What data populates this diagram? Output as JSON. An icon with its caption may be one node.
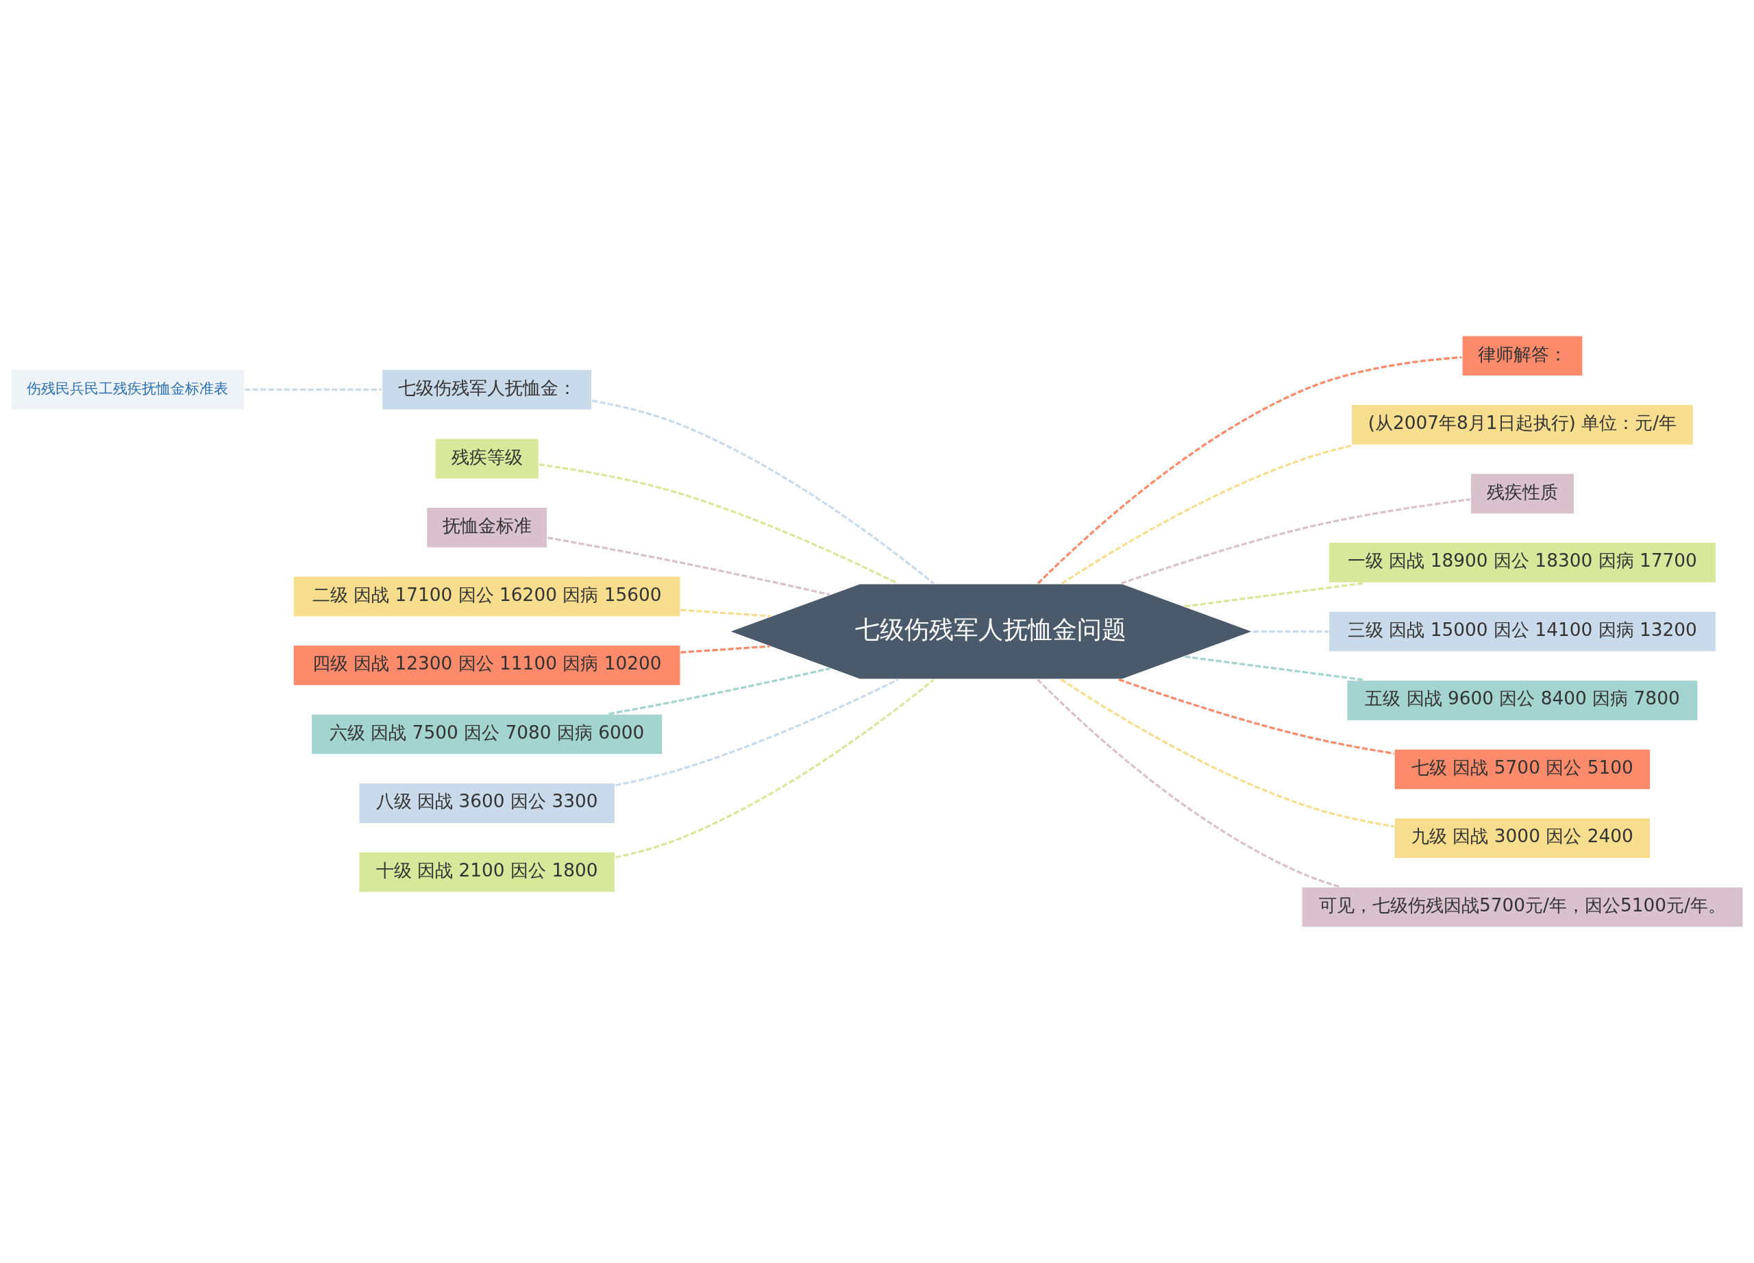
{
  "diagram": {
    "nodes": [
      {
        "text": [
          "七级伤残军人抚恤金问题"
        ]
      },
      {
        "text": [
          "七级伤残军人抚恤金："
        ]
      },
      {
        "text": [
          "伤残民兵民工残疾抚恤金标准表"
        ]
      },
      {
        "text": [
          "残疾等级"
        ]
      },
      {
        "text": [
          "抚恤金标准"
        ]
      },
      {
        "text": [
          "二级 因战 17100 因公 16200 因病 15600"
        ]
      },
      {
        "text": [
          "四级 因战 12300 因公 11100 因病 10200"
        ]
      },
      {
        "text": [
          "六级 因战 7500 因公 7080 因病 6000"
        ]
      },
      {
        "text": [
          "八级 因战 3600 因公 3300"
        ]
      },
      {
        "text": [
          "十级 因战 2100 因公 1800"
        ]
      },
      {
        "text": [
          "律师解答："
        ]
      },
      {
        "text": [
          "(从2007年8月1日起执行) 单位：元/年"
        ]
      },
      {
        "text": [
          "残疾性质"
        ]
      },
      {
        "text": [
          "一级 因战 18900 因公 18300 因病 17700"
        ]
      },
      {
        "text": [
          "三级 因战 15000 因公 14100 因病 13200"
        ]
      },
      {
        "text": [
          "五级 因战 9600 因公 8400 因病 7800"
        ]
      },
      {
        "text": [
          "七级 因战 5700 因公 5100"
        ]
      },
      {
        "text": [
          "九级 因战 3000 因公 2400"
        ]
      },
      {
        "text": [
          "可见，七级伤残因战5700元/年，因公5100元/年。"
        ]
      }
    ],
    "edges": [
      {
        "from": 0,
        "to": 1,
        "arrow": "none",
        "style": "dashed",
        "color": "#c9dbea"
      },
      {
        "from": 1,
        "to": 2,
        "arrow": "none",
        "style": "dashed",
        "color": "#c9dbea"
      },
      {
        "from": 0,
        "to": 3,
        "arrow": "none",
        "style": "dashed",
        "color": "#d8e89a"
      },
      {
        "from": 0,
        "to": 4,
        "arrow": "none",
        "style": "dashed",
        "color": "#d9c2cc"
      },
      {
        "from": 0,
        "to": 5,
        "arrow": "none",
        "style": "dashed",
        "color": "#f7de8f"
      },
      {
        "from": 0,
        "to": 6,
        "arrow": "none",
        "style": "dashed",
        "color": "#fd8b6b"
      },
      {
        "from": 0,
        "to": 7,
        "arrow": "none",
        "style": "dashed",
        "color": "#a3d4cf"
      },
      {
        "from": 0,
        "to": 8,
        "arrow": "none",
        "style": "dashed",
        "color": "#c9dbea"
      },
      {
        "from": 0,
        "to": 9,
        "arrow": "none",
        "style": "dashed",
        "color": "#d8e89a"
      },
      {
        "from": 0,
        "to": 10,
        "arrow": "none",
        "style": "dashed",
        "color": "#fd8b6b"
      },
      {
        "from": 0,
        "to": 11,
        "arrow": "none",
        "style": "dashed",
        "color": "#f7de8f"
      },
      {
        "from": 0,
        "to": 12,
        "arrow": "none",
        "style": "dashed",
        "color": "#d9c2cc"
      },
      {
        "from": 0,
        "to": 13,
        "arrow": "none",
        "style": "dashed",
        "color": "#d8e89a"
      },
      {
        "from": 0,
        "to": 14,
        "arrow": "none",
        "style": "dashed",
        "color": "#c9dbea"
      },
      {
        "from": 0,
        "to": 15,
        "arrow": "none",
        "style": "dashed",
        "color": "#a3d4cf"
      },
      {
        "from": 0,
        "to": 16,
        "arrow": "none",
        "style": "dashed",
        "color": "#fd8b6b"
      },
      {
        "from": 0,
        "to": 17,
        "arrow": "none",
        "style": "dashed",
        "color": "#f7de8f"
      },
      {
        "from": 0,
        "to": 18,
        "arrow": "none",
        "style": "dashed",
        "color": "#d9c2cc"
      }
    ]
  }
}
